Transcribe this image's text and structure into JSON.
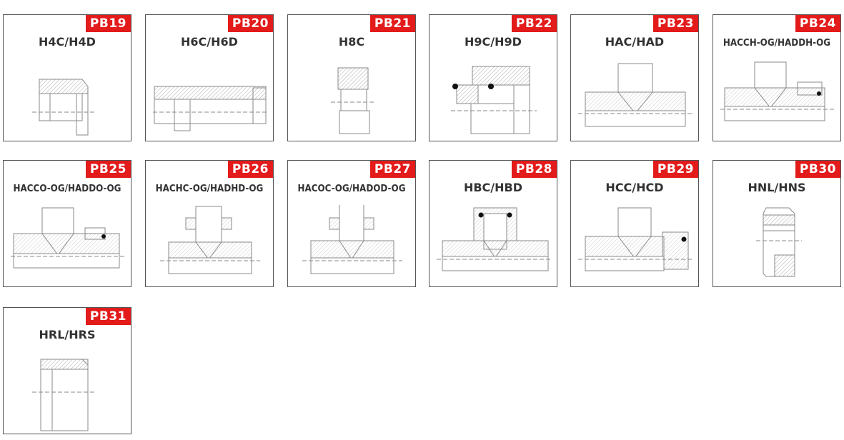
{
  "catalog": {
    "items": [
      {
        "code": "PB19",
        "name": "H4C/H4D",
        "shape": "adapter-male-female-icon"
      },
      {
        "code": "PB20",
        "name": "H6C/H6D",
        "shape": "long-adapter-icon"
      },
      {
        "code": "PB21",
        "name": "H8C",
        "shape": "plug-nut-icon"
      },
      {
        "code": "PB22",
        "name": "H9C/H9D",
        "shape": "swivel-oring-adapter-icon"
      },
      {
        "code": "PB23",
        "name": "HAC/HAD",
        "shape": "tee-fitting-icon"
      },
      {
        "code": "PB24",
        "name": "HACCH-OG/HADDH-OG",
        "shape": "tee-fitting-swivel-run-icon"
      },
      {
        "code": "PB25",
        "name": "HACCO-OG/HADDO-OG",
        "shape": "tee-fitting-swivel-run-icon"
      },
      {
        "code": "PB26",
        "name": "HACHC-OG/HADHD-OG",
        "shape": "tee-fitting-swivel-branch-icon"
      },
      {
        "code": "PB27",
        "name": "HACOC-OG/HADOD-OG",
        "shape": "tee-fitting-swivel-branch-icon"
      },
      {
        "code": "PB28",
        "name": "HBC/HBD",
        "shape": "tee-fitting-oring-branch-icon"
      },
      {
        "code": "PB29",
        "name": "HCC/HCD",
        "shape": "tee-fitting-oring-run-icon"
      },
      {
        "code": "PB30",
        "name": "HNL/HNS",
        "shape": "nut-icon"
      },
      {
        "code": "PB31",
        "name": "HRL/HRS",
        "shape": "sleeve-icon"
      }
    ]
  }
}
